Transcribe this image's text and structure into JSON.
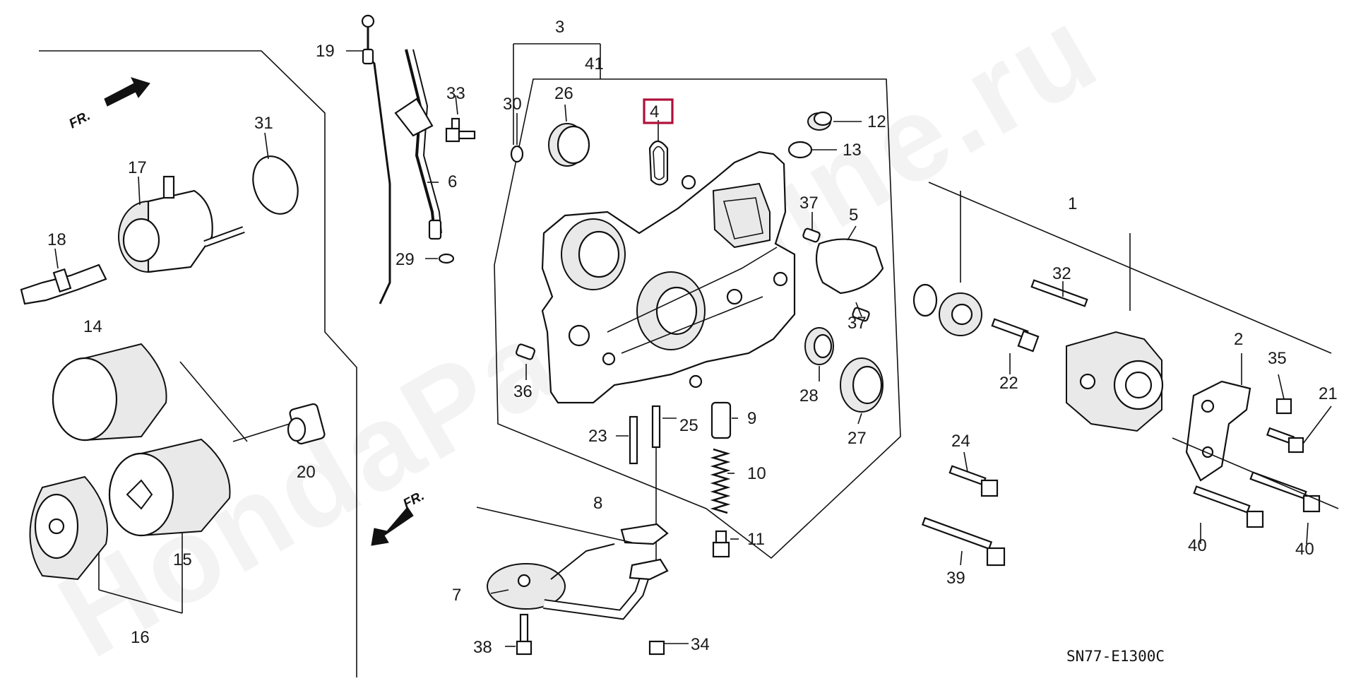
{
  "diagram": {
    "code": "SN77-E1300C",
    "watermark": "HondaPartsMine.ru",
    "direction_label": "FR.",
    "highlighted_part": "4",
    "callouts": [
      "1",
      "2",
      "3",
      "4",
      "5",
      "6",
      "7",
      "8",
      "9",
      "10",
      "11",
      "12",
      "13",
      "14",
      "15",
      "16",
      "17",
      "18",
      "19",
      "20",
      "21",
      "22",
      "23",
      "24",
      "25",
      "26",
      "27",
      "28",
      "29",
      "30",
      "31",
      "32",
      "33",
      "34",
      "35",
      "36",
      "37",
      "37",
      "38",
      "39",
      "40",
      "40",
      "41"
    ]
  },
  "colors": {
    "line": "#111111",
    "highlight": "#b0103a",
    "background": "#ffffff"
  }
}
